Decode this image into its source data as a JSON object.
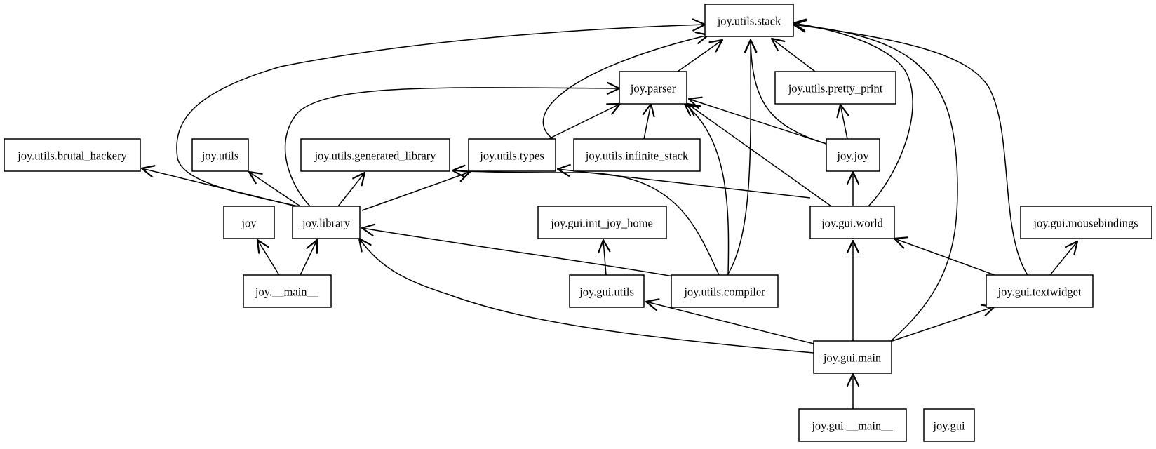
{
  "diagram": {
    "nodes": [
      {
        "id": "joy_utils_stack",
        "label": "joy.utils.stack"
      },
      {
        "id": "joy_parser",
        "label": "joy.parser"
      },
      {
        "id": "joy_utils_pretty_print",
        "label": "joy.utils.pretty_print"
      },
      {
        "id": "joy_utils_brutal_hackery",
        "label": "joy.utils.brutal_hackery"
      },
      {
        "id": "joy_utils",
        "label": "joy.utils"
      },
      {
        "id": "joy_utils_generated_library",
        "label": "joy.utils.generated_library"
      },
      {
        "id": "joy_utils_types",
        "label": "joy.utils.types"
      },
      {
        "id": "joy_utils_infinite_stack",
        "label": "joy.utils.infinite_stack"
      },
      {
        "id": "joy_joy",
        "label": "joy.joy"
      },
      {
        "id": "joy",
        "label": "joy"
      },
      {
        "id": "joy_library",
        "label": "joy.library"
      },
      {
        "id": "joy_gui_init_joy_home",
        "label": "joy.gui.init_joy_home"
      },
      {
        "id": "joy_gui_world",
        "label": "joy.gui.world"
      },
      {
        "id": "joy_gui_mousebindings",
        "label": "joy.gui.mousebindings"
      },
      {
        "id": "joy___main__",
        "label": "joy.__main__"
      },
      {
        "id": "joy_gui_utils",
        "label": "joy.gui.utils"
      },
      {
        "id": "joy_utils_compiler",
        "label": "joy.utils.compiler"
      },
      {
        "id": "joy_gui_textwidget",
        "label": "joy.gui.textwidget"
      },
      {
        "id": "joy_gui_main",
        "label": "joy.gui.main"
      },
      {
        "id": "joy_gui___main__",
        "label": "joy.gui.__main__"
      },
      {
        "id": "joy_gui",
        "label": "joy.gui"
      }
    ],
    "edges": [
      {
        "from": "joy_parser",
        "to": "joy_utils_stack"
      },
      {
        "from": "joy_utils_pretty_print",
        "to": "joy_utils_stack"
      },
      {
        "from": "joy_utils_types",
        "to": "joy_utils_stack"
      },
      {
        "from": "joy_library",
        "to": "joy_utils_stack"
      },
      {
        "from": "joy_utils_compiler",
        "to": "joy_utils_stack"
      },
      {
        "from": "joy_joy",
        "to": "joy_utils_stack"
      },
      {
        "from": "joy_gui_world",
        "to": "joy_utils_stack"
      },
      {
        "from": "joy_gui_main",
        "to": "joy_utils_stack"
      },
      {
        "from": "joy_gui_textwidget",
        "to": "joy_utils_stack"
      },
      {
        "from": "joy_utils_types",
        "to": "joy_parser"
      },
      {
        "from": "joy_utils_infinite_stack",
        "to": "joy_parser"
      },
      {
        "from": "joy_library",
        "to": "joy_parser"
      },
      {
        "from": "joy_joy",
        "to": "joy_parser"
      },
      {
        "from": "joy_gui_world",
        "to": "joy_parser"
      },
      {
        "from": "joy_utils_compiler",
        "to": "joy_parser"
      },
      {
        "from": "joy_joy",
        "to": "joy_utils_pretty_print"
      },
      {
        "from": "joy_library",
        "to": "joy_utils_brutal_hackery"
      },
      {
        "from": "joy_library",
        "to": "joy_utils"
      },
      {
        "from": "joy_library",
        "to": "joy_utils_generated_library"
      },
      {
        "from": "joy_library",
        "to": "joy_utils_types"
      },
      {
        "from": "joy_gui_world",
        "to": "joy_utils_types"
      },
      {
        "from": "joy_utils_compiler",
        "to": "joy_utils_generated_library"
      },
      {
        "from": "joy_gui_world",
        "to": "joy_joy"
      },
      {
        "from": "joy___main__",
        "to": "joy"
      },
      {
        "from": "joy___main__",
        "to": "joy_library"
      },
      {
        "from": "joy_utils_compiler",
        "to": "joy_library"
      },
      {
        "from": "joy_gui_main",
        "to": "joy_library"
      },
      {
        "from": "joy_gui_utils",
        "to": "joy_gui_init_joy_home"
      },
      {
        "from": "joy_gui_main",
        "to": "joy_gui_utils"
      },
      {
        "from": "joy_gui_main",
        "to": "joy_gui_world"
      },
      {
        "from": "joy_gui_main",
        "to": "joy_gui_textwidget"
      },
      {
        "from": "joy_gui_textwidget",
        "to": "joy_gui_world"
      },
      {
        "from": "joy_gui_textwidget",
        "to": "joy_gui_mousebindings"
      },
      {
        "from": "joy_gui___main__",
        "to": "joy_gui_main"
      }
    ]
  }
}
